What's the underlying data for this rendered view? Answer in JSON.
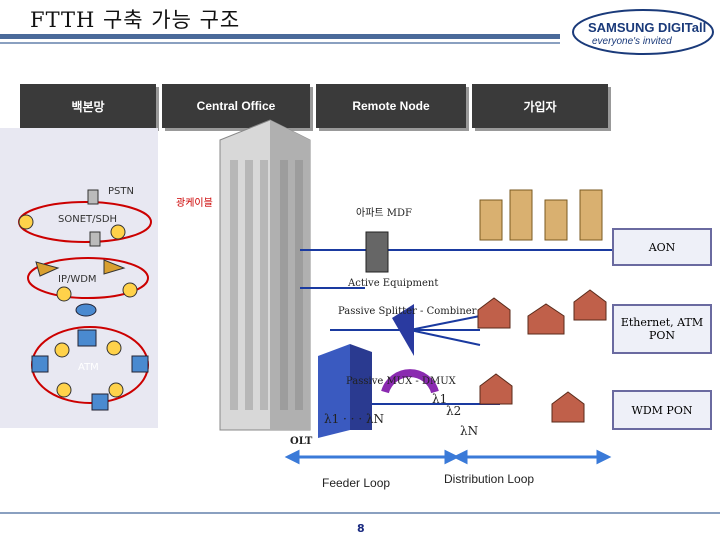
{
  "title": "FTTH 구축 가능 구조",
  "logo": {
    "line1": "SAMSUNG DIGITall",
    "line2": "everyone's invited"
  },
  "headers": [
    "백본망",
    "Central Office",
    "Remote Node",
    "가입자"
  ],
  "backbone": {
    "pstn": "PSTN",
    "sonet": "SONET/SDH",
    "ipwdm": "IP/WDM",
    "atm": "ATM"
  },
  "labels": {
    "exchange": "광케이블",
    "mdf": "아파트 MDF",
    "aon": "AON",
    "active_equipment": "Active Equipment",
    "passive_splitter": "Passive Splitter - Combiner",
    "ethernet_atm_pon": "Ethernet, ATM PON",
    "passive_mux": "Passive MUX - DMUX",
    "lambda1": "λ1",
    "lambda2": "λ2",
    "lambdaN": "λN",
    "lambda_range": "λ1 · · · λN",
    "wdm_pon": "WDM PON",
    "olt": "OLT",
    "feeder_loop": "Feeder Loop",
    "distribution_loop": "Distribution Loop"
  },
  "page": "8",
  "colors": {
    "header_bg": "#3a3a3a",
    "fiber_line": "#1a3aa0",
    "loop_arrow": "#3a7ad8"
  }
}
